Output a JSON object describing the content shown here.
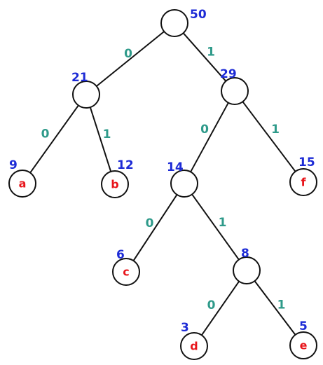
{
  "colors": {
    "weight": "#1d2bd6",
    "bit": "#2e9a8a",
    "leaf": "#e8141a",
    "stroke": "#111111"
  },
  "tree": {
    "nodes": [
      {
        "id": "root",
        "weight": "50"
      },
      {
        "id": "n21",
        "weight": "21"
      },
      {
        "id": "n29",
        "weight": "29"
      },
      {
        "id": "a",
        "weight": "9",
        "label": "a"
      },
      {
        "id": "b",
        "weight": "12",
        "label": "b"
      },
      {
        "id": "n14",
        "weight": "14"
      },
      {
        "id": "f",
        "weight": "15",
        "label": "f"
      },
      {
        "id": "c",
        "weight": "6",
        "label": "c"
      },
      {
        "id": "n8",
        "weight": "8"
      },
      {
        "id": "d",
        "weight": "3",
        "label": "d"
      },
      {
        "id": "e",
        "weight": "5",
        "label": "e"
      }
    ],
    "edges": [
      {
        "from": "root",
        "to": "n21",
        "bit": "0"
      },
      {
        "from": "root",
        "to": "n29",
        "bit": "1"
      },
      {
        "from": "n21",
        "to": "a",
        "bit": "0"
      },
      {
        "from": "n21",
        "to": "b",
        "bit": "1"
      },
      {
        "from": "n29",
        "to": "n14",
        "bit": "0"
      },
      {
        "from": "n29",
        "to": "f",
        "bit": "1"
      },
      {
        "from": "n14",
        "to": "c",
        "bit": "0"
      },
      {
        "from": "n14",
        "to": "n8",
        "bit": "1"
      },
      {
        "from": "n8",
        "to": "d",
        "bit": "0"
      },
      {
        "from": "n8",
        "to": "e",
        "bit": "1"
      }
    ]
  }
}
